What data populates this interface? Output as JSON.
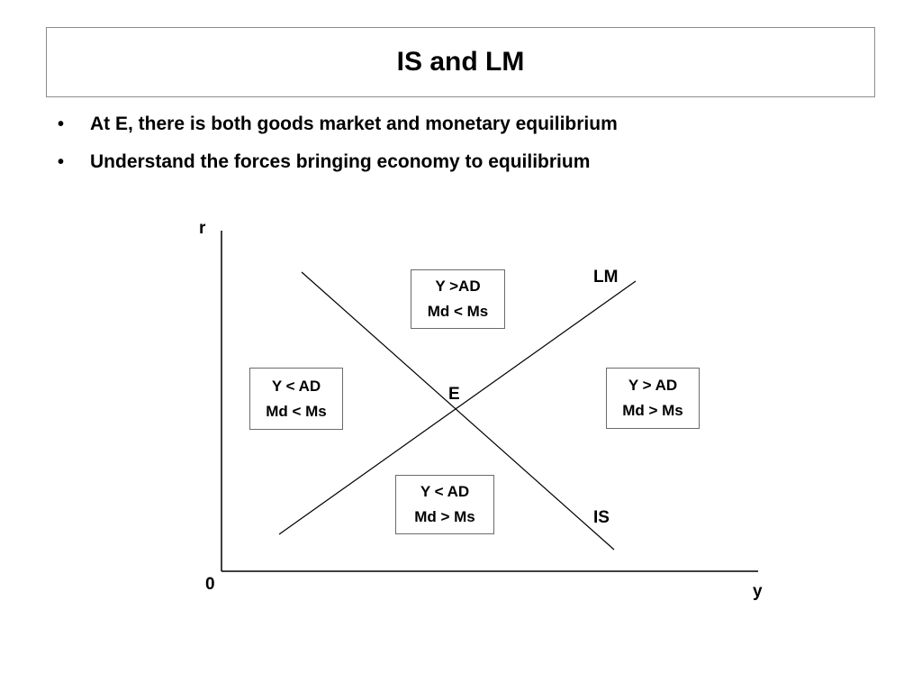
{
  "slide": {
    "title": "IS and LM",
    "bullets": [
      "At E, there is both goods market and monetary equilibrium",
      "Understand the forces bringing economy to equilibrium"
    ],
    "bullet_glyph": "•"
  },
  "diagram": {
    "axis_y_label": "r",
    "axis_x_label": "y",
    "origin_label": "0",
    "curve_lm_label": "LM",
    "curve_is_label": "IS",
    "equilibrium_label": "E",
    "regions": {
      "top": [
        "Y >AD",
        "Md < Ms"
      ],
      "left": [
        "Y < AD",
        "Md < Ms"
      ],
      "right": [
        "Y > AD",
        "Md > Ms"
      ],
      "bottom": [
        "Y < AD",
        "Md > Ms"
      ]
    },
    "line_color": "#000000"
  }
}
